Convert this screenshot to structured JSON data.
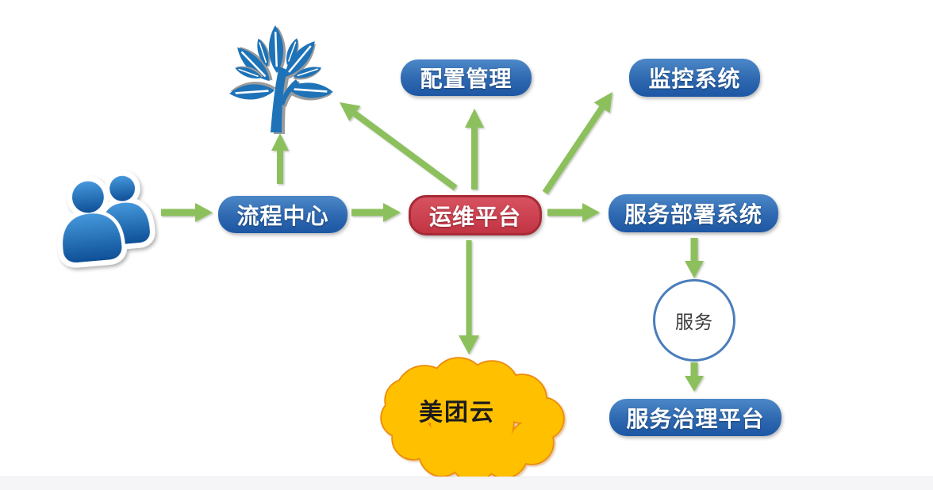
{
  "diagram": {
    "type": "architecture-flow-diagram",
    "background": "white slide with light gray strip at bottom"
  },
  "nodes": {
    "users": {
      "icon": "users-icon",
      "label": ""
    },
    "tree": {
      "icon": "tree-icon",
      "label": ""
    },
    "process_center": {
      "label": "流程中心",
      "shape": "rounded-rect",
      "color": "blue"
    },
    "ops_platform": {
      "label": "运维平台",
      "shape": "rounded-rect",
      "color": "red"
    },
    "config_mgmt": {
      "label": "配置管理",
      "shape": "rounded-rect",
      "color": "blue"
    },
    "monitor_system": {
      "label": "监控系统",
      "shape": "rounded-rect",
      "color": "blue"
    },
    "service_deploy": {
      "label": "服务部署系统",
      "shape": "rounded-rect",
      "color": "blue"
    },
    "service": {
      "label": "服务",
      "shape": "circle",
      "color": "white"
    },
    "service_governance": {
      "label": "服务治理平台",
      "shape": "rounded-rect",
      "color": "blue"
    },
    "meituan_cloud": {
      "label": "美团云",
      "shape": "cloud",
      "color": "yellow"
    }
  },
  "edges": [
    {
      "id": "users-to-process",
      "from": "users",
      "to": "process_center"
    },
    {
      "id": "process-to-tree",
      "from": "process_center",
      "to": "tree"
    },
    {
      "id": "process-to-ops",
      "from": "process_center",
      "to": "ops_platform"
    },
    {
      "id": "ops-to-tree",
      "from": "ops_platform",
      "to": "tree"
    },
    {
      "id": "ops-to-config",
      "from": "ops_platform",
      "to": "config_mgmt"
    },
    {
      "id": "ops-to-monitor",
      "from": "ops_platform",
      "to": "monitor_system"
    },
    {
      "id": "ops-to-deploy",
      "from": "ops_platform",
      "to": "service_deploy"
    },
    {
      "id": "ops-to-cloud",
      "from": "ops_platform",
      "to": "meituan_cloud"
    },
    {
      "id": "deploy-to-service",
      "from": "service_deploy",
      "to": "service"
    },
    {
      "id": "service-to-governance",
      "from": "service",
      "to": "service_governance"
    }
  ],
  "colors": {
    "node_blue_top": "#4c88c8",
    "node_blue_bottom": "#1d57a4",
    "node_red_top": "#d75260",
    "node_red_bottom": "#c23443",
    "node_red_border": "#a82a36",
    "arrow_green": "#8cc05c",
    "cloud_fill": "#ffc000",
    "cloud_border": "#ed8b0a",
    "circle_border": "#4a7ebb",
    "icon_blue": "#1e73b8",
    "text_white": "#ffffff"
  }
}
